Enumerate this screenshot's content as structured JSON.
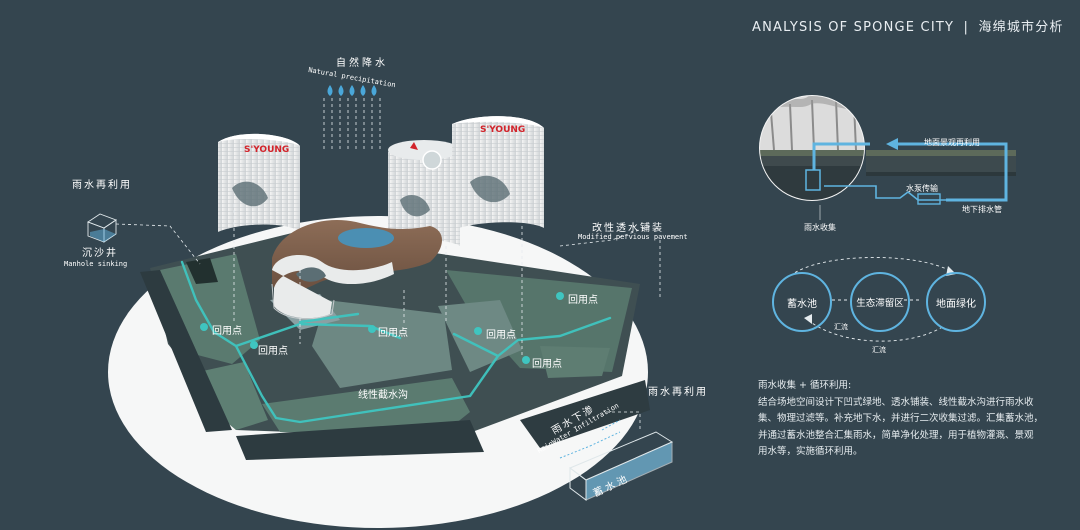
{
  "header": {
    "title_en": "ANALYSIS OF SPONGE CITY",
    "separator": "|",
    "title_cn": "海绵城市分析"
  },
  "rain": {
    "label_cn": "自然降水",
    "label_en": "Natural precipitation"
  },
  "manhole": {
    "top_label": "雨水再利用",
    "label_cn": "沉沙井",
    "label_en": "Manhole sinking"
  },
  "pavement": {
    "label_cn": "改性透水铺装",
    "label_en": "Modified pervious pavement"
  },
  "infiltration": {
    "label_cn": "雨水下渗",
    "label_en": "RainWater Infiltration"
  },
  "reuse_right": {
    "label": "雨水再利用"
  },
  "tank": {
    "label": "蓄水池"
  },
  "map_labels": {
    "return_point": "回用点",
    "trench": "线性截水沟"
  },
  "brand": {
    "logo": "S'YOUNG"
  },
  "section": {
    "surface_reuse": "地面景观再利用",
    "pump": "水泵传输",
    "pipe": "地下排水管",
    "collect": "雨水收集"
  },
  "cycle": {
    "node1": "蓄水池",
    "node2": "生态滞留区",
    "node3": "地面绿化",
    "arrow1": "汇流",
    "arrow2": "汇流"
  },
  "description": {
    "title": "雨水收集 + 循环利用:",
    "lines": [
      "结合场地空间设计下凹式绿地、透水铺装、线性截水沟进行雨水收",
      "集、物理过滤等。补充地下水，并进行二次收集过滤。汇集蓄水池，",
      "并通过蓄水池整合汇集雨水，简单净化处理，用于植物灌溉、景观",
      "用水等，实施循环利用。"
    ]
  },
  "colors": {
    "background": "#34454f",
    "accent_blue": "#5fb4e0",
    "water_cyan": "#3fc5c0",
    "brand_red": "#d2232a"
  }
}
